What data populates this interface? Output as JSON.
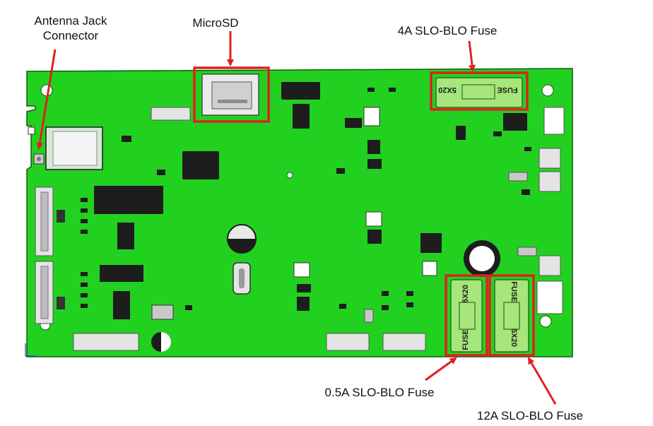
{
  "labels": {
    "antenna_line1": "Antenna Jack",
    "antenna_line2": "Connector",
    "microsd": "MicroSD",
    "fuse_4a": "4A SLO-BLO Fuse",
    "fuse_05a": "0.5A SLO-BLO Fuse",
    "fuse_12a": "12A SLO-BLO Fuse"
  },
  "fuse_markings": {
    "fuse": "FUSE",
    "size": "5X20"
  },
  "colors": {
    "board": "#22d11f",
    "board_outline": "#0c5e0c",
    "highlight": "#e02020",
    "fuse_body": "#a6e67a",
    "chip": "#1d1d1d",
    "connector": "#e4e4e4"
  }
}
